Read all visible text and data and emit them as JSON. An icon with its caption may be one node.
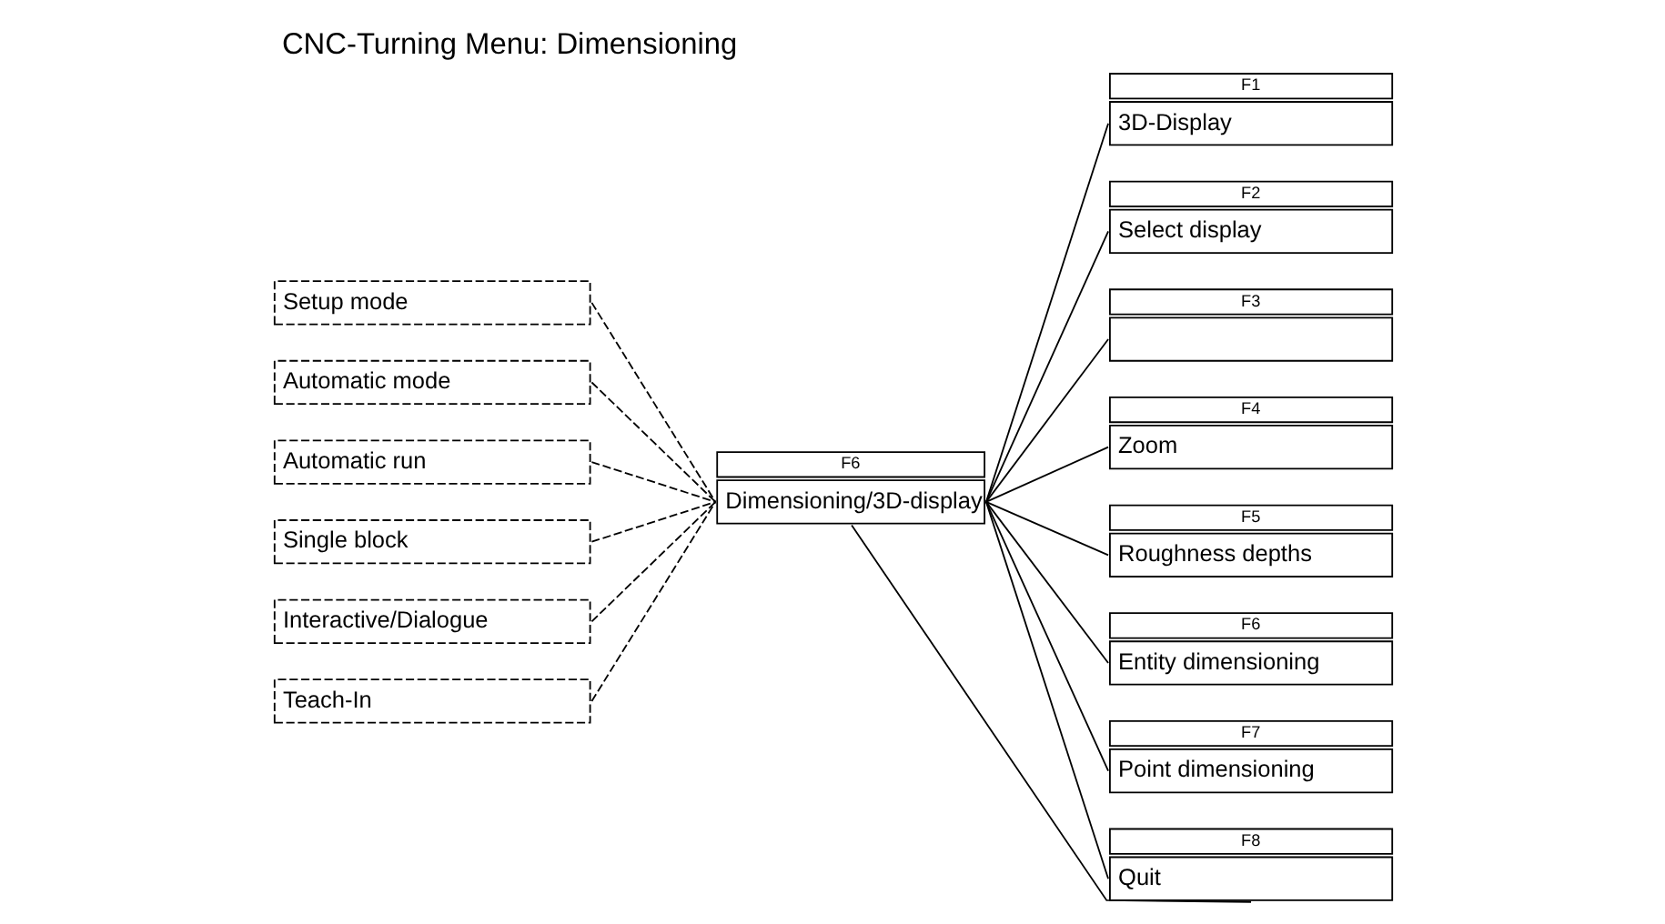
{
  "diagram": {
    "title": "CNC-Turning Menu: Dimensioning",
    "nodes": [
      {
        "text": [
          "Setup mode"
        ]
      },
      {
        "text": [
          "Automatic mode"
        ]
      },
      {
        "text": [
          "Automatic run"
        ]
      },
      {
        "text": [
          "Single block"
        ]
      },
      {
        "text": [
          "Interactive/Dialogue"
        ]
      },
      {
        "text": [
          "Teach-In"
        ]
      },
      {
        "text": [
          "Dimensioning/3D-display"
        ],
        "beside": [
          "F6"
        ]
      },
      {
        "text": [
          "3D-Display"
        ],
        "beside": [
          "F1"
        ]
      },
      {
        "text": [
          "Select display"
        ],
        "beside": [
          "F2"
        ]
      },
      {
        "text": [],
        "shape": "box",
        "beside": [
          "F3"
        ]
      },
      {
        "text": [
          "Zoom"
        ],
        "beside": [
          "F4"
        ]
      },
      {
        "text": [
          "Roughness depths"
        ],
        "beside": [
          "F5"
        ]
      },
      {
        "text": [
          "Entity dimensioning"
        ],
        "beside": [
          "F6"
        ]
      },
      {
        "text": [
          "Point dimensioning"
        ],
        "beside": [
          "F7"
        ]
      },
      {
        "text": [
          "Quit"
        ],
        "beside": [
          "F8"
        ]
      }
    ],
    "edges": [
      {
        "from": 0,
        "to": 6,
        "arrow": "none",
        "style": "dashed"
      },
      {
        "from": 1,
        "to": 6,
        "arrow": "none",
        "style": "dashed"
      },
      {
        "from": 2,
        "to": 6,
        "arrow": "none",
        "style": "dashed"
      },
      {
        "from": 3,
        "to": 6,
        "arrow": "none",
        "style": "dashed"
      },
      {
        "from": 4,
        "to": 6,
        "arrow": "none",
        "style": "dashed"
      },
      {
        "from": 5,
        "to": 6,
        "arrow": "none",
        "style": "dashed"
      },
      {
        "from": 6,
        "to": 7,
        "arrow": "none"
      },
      {
        "from": 6,
        "to": 8,
        "arrow": "none"
      },
      {
        "from": 6,
        "to": 9,
        "arrow": "none"
      },
      {
        "from": 6,
        "to": 10,
        "arrow": "none"
      },
      {
        "from": 6,
        "to": 11,
        "arrow": "none"
      },
      {
        "from": 6,
        "to": 12,
        "arrow": "none"
      },
      {
        "from": 6,
        "to": 13,
        "arrow": "none"
      },
      {
        "from": 6,
        "to": 14,
        "arrow": "none"
      },
      {
        "from": 14,
        "to": 6,
        "arrow": "none"
      }
    ]
  }
}
